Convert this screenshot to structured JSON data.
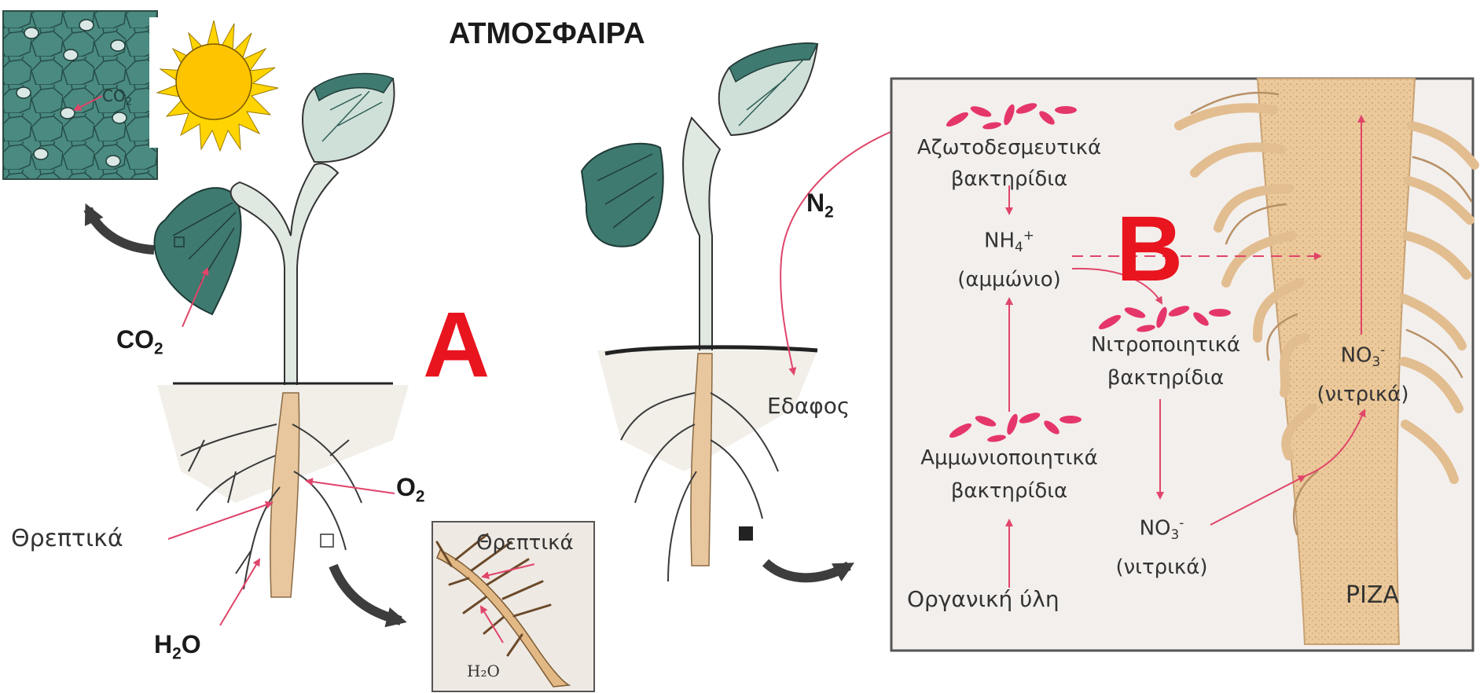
{
  "title": "ΑΤΜΟΣΦΑΙΡΑ",
  "panel_a": {
    "letter": "A",
    "co2_leaf_inset": "CO",
    "co2_leaf_inset_sub": "2",
    "co2_main": "CO",
    "co2_main_sub": "2",
    "o2": "O",
    "o2_sub": "2",
    "nutrients": "Θρεπτικά",
    "water": "H",
    "water_sub": "2",
    "water_tail": "O",
    "root_inset_nutrients": "Θρεπτικά",
    "root_inset_water": "H₂O"
  },
  "panel_b": {
    "letter": "B",
    "n2": "N",
    "n2_sub": "2",
    "soil": "Εδαφος",
    "nitrogen_fixing": "Αζωτοδεσμευτικά",
    "bacteria_1": "βακτηρίδια",
    "ammonium_formula": "NH",
    "ammonium_sub": "4",
    "ammonium_sup": "+",
    "ammonium_name": "(αμμώνιο)",
    "nitrifying": "Νιτροποιητικά",
    "bacteria_2": "βακτηρίδια",
    "ammonifying": "Αμμωνιοποιητικά",
    "bacteria_3": "βακτηρίδια",
    "organic_matter": "Οργανική ύλη",
    "nitrate_formula": "NO",
    "nitrate_sub": "3",
    "nitrate_sup": "-",
    "nitrate_name": "(νιτρικά)",
    "root_nitrate_formula": "NO",
    "root_nitrate_sub": "3",
    "root_nitrate_sup": "-",
    "root_nitrate_name": "(νιτρικά)",
    "root": "ΡΙΖΑ"
  },
  "colors": {
    "arrow": "#e0456a",
    "bacteria": "#e5366a",
    "leaf": "#3f7a70",
    "stem": "#dfe9e2",
    "root": "#e8c79e",
    "sun": "#ffc400",
    "letters": "#e8141e"
  }
}
